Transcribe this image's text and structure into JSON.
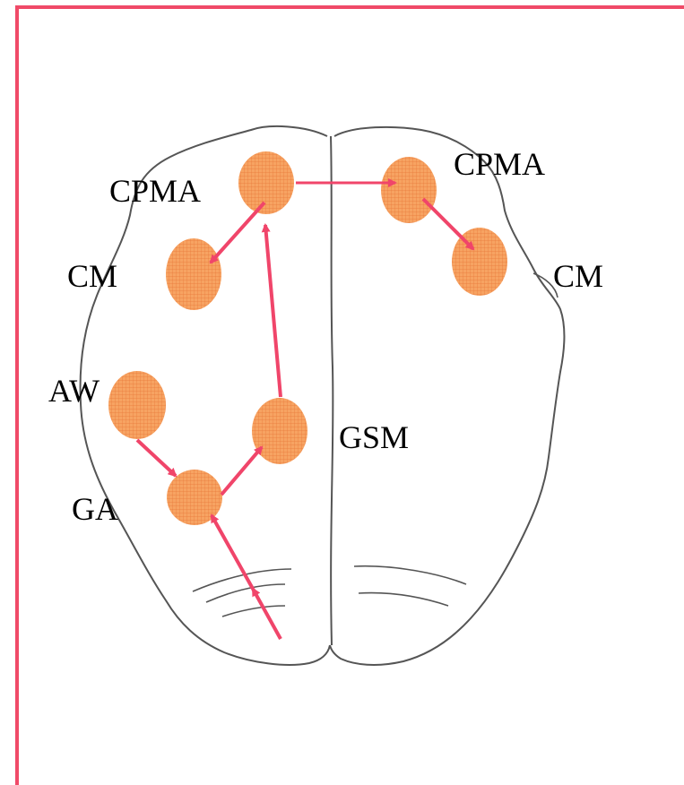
{
  "colors": {
    "frame": "#f04a68",
    "arrow": "#f0456a",
    "node_fill": "#f7a362",
    "node_grid": "#e8783a",
    "outline": "#555555"
  },
  "labels": {
    "cpma_left": "CPMA",
    "cpma_right": "CPMA",
    "cm_left": "CM",
    "cm_right": "CM",
    "aw": "AW",
    "ga": "GA",
    "gsm": "GSM"
  }
}
